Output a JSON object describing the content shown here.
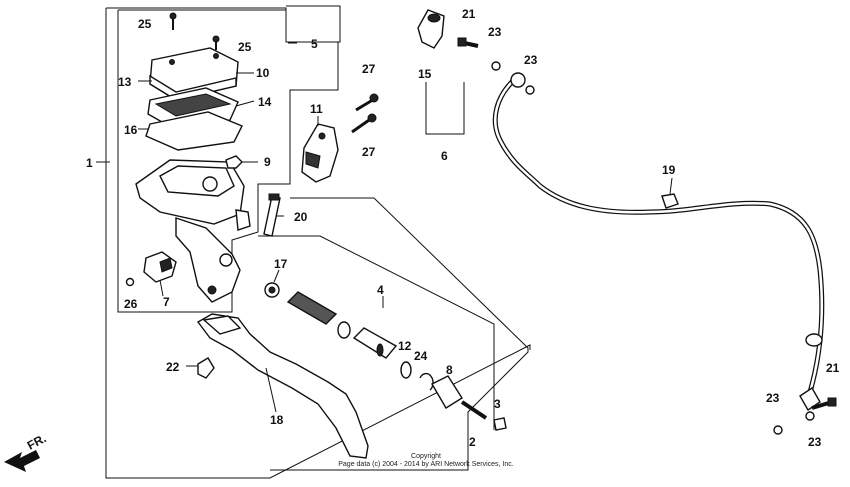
{
  "callouts": {
    "p1": "1",
    "p2": "2",
    "p3": "3",
    "p4": "4",
    "p5": "5",
    "p6": "6",
    "p7": "7",
    "p8": "8",
    "p9": "9",
    "p10": "10",
    "p11": "11",
    "p12": "12",
    "p13": "13",
    "p14": "14",
    "p15": "15",
    "p16": "16",
    "p17": "17",
    "p18": "18",
    "p19": "19",
    "p20": "20",
    "p21a": "21",
    "p21b": "21",
    "p22": "22",
    "p23a": "23",
    "p23b": "23",
    "p23c": "23",
    "p23d": "23",
    "p24": "24",
    "p25a": "25",
    "p25b": "25",
    "p26": "26",
    "p27a": "27",
    "p27b": "27"
  },
  "direction_label": "FR.",
  "copyright": {
    "line1": "Copyright",
    "line2": "Page data (c) 2004 - 2014 by ARI Network Services, Inc."
  }
}
